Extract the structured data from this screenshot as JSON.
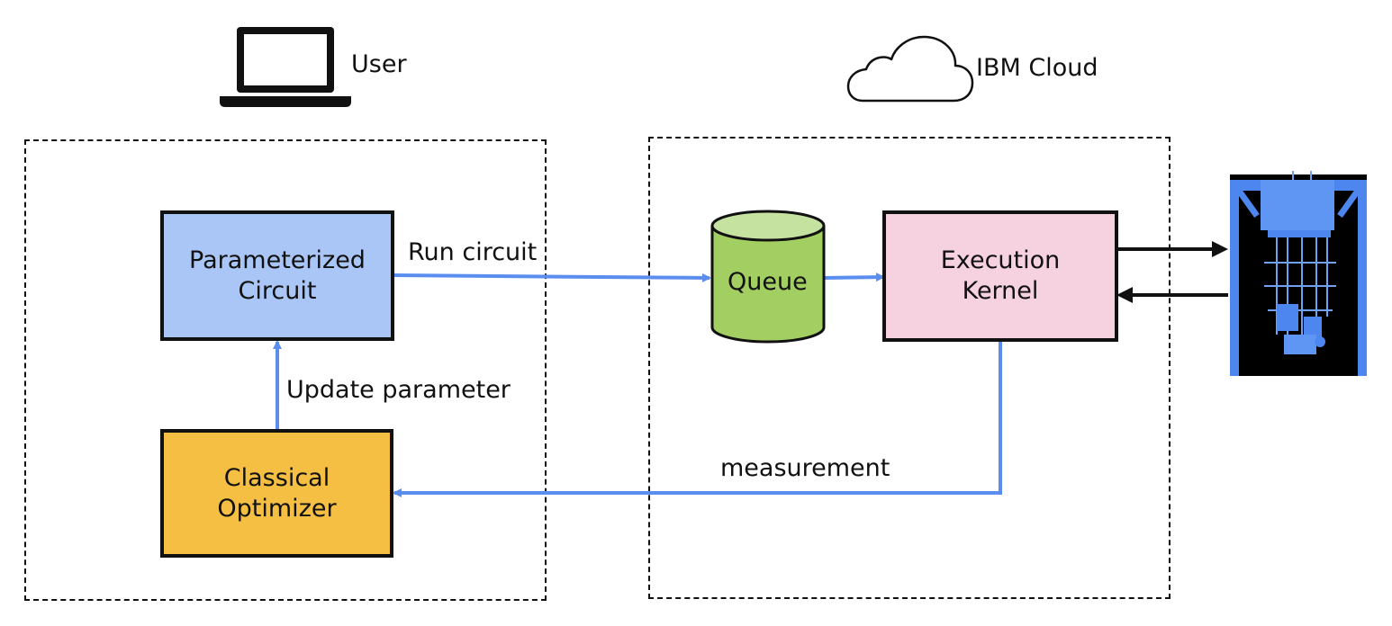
{
  "user_group": {
    "label": "User",
    "icon": "laptop-icon"
  },
  "cloud_group": {
    "label": "IBM Cloud",
    "icon": "cloud-icon"
  },
  "nodes": {
    "parameterized_circuit": {
      "line1": "Parameterized",
      "line2": "Circuit",
      "color": "#a9c6f7"
    },
    "classical_optimizer": {
      "line1": "Classical",
      "line2": "Optimizer",
      "color": "#f4bf42"
    },
    "queue": {
      "label": "Queue",
      "color": "#a3cf62",
      "top_color": "#c6e2a0"
    },
    "execution_kernel": {
      "line1": "Execution",
      "line2": "Kernel",
      "color": "#f6d1e0"
    },
    "quantum_computer": {
      "icon": "quantum-computer-icon"
    }
  },
  "edges": {
    "run_circuit": "Run circuit",
    "update_parameter": "Update parameter",
    "measurement": "measurement"
  },
  "colors": {
    "arrow": "#5b8def",
    "stroke": "#111111"
  }
}
